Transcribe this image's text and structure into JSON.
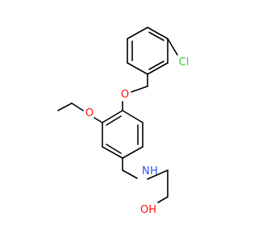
{
  "atoms": {
    "chlorine": "Cl",
    "ether_oxygen": "O",
    "ethoxy_oxygen": "O",
    "amine": "N",
    "amine_h": "H",
    "hydroxyl": "OH"
  },
  "colors": {
    "bond": "#000000",
    "chlorine": "#33cc33",
    "oxygen": "#ff0d0d",
    "nitrogen": "#3050f8"
  }
}
